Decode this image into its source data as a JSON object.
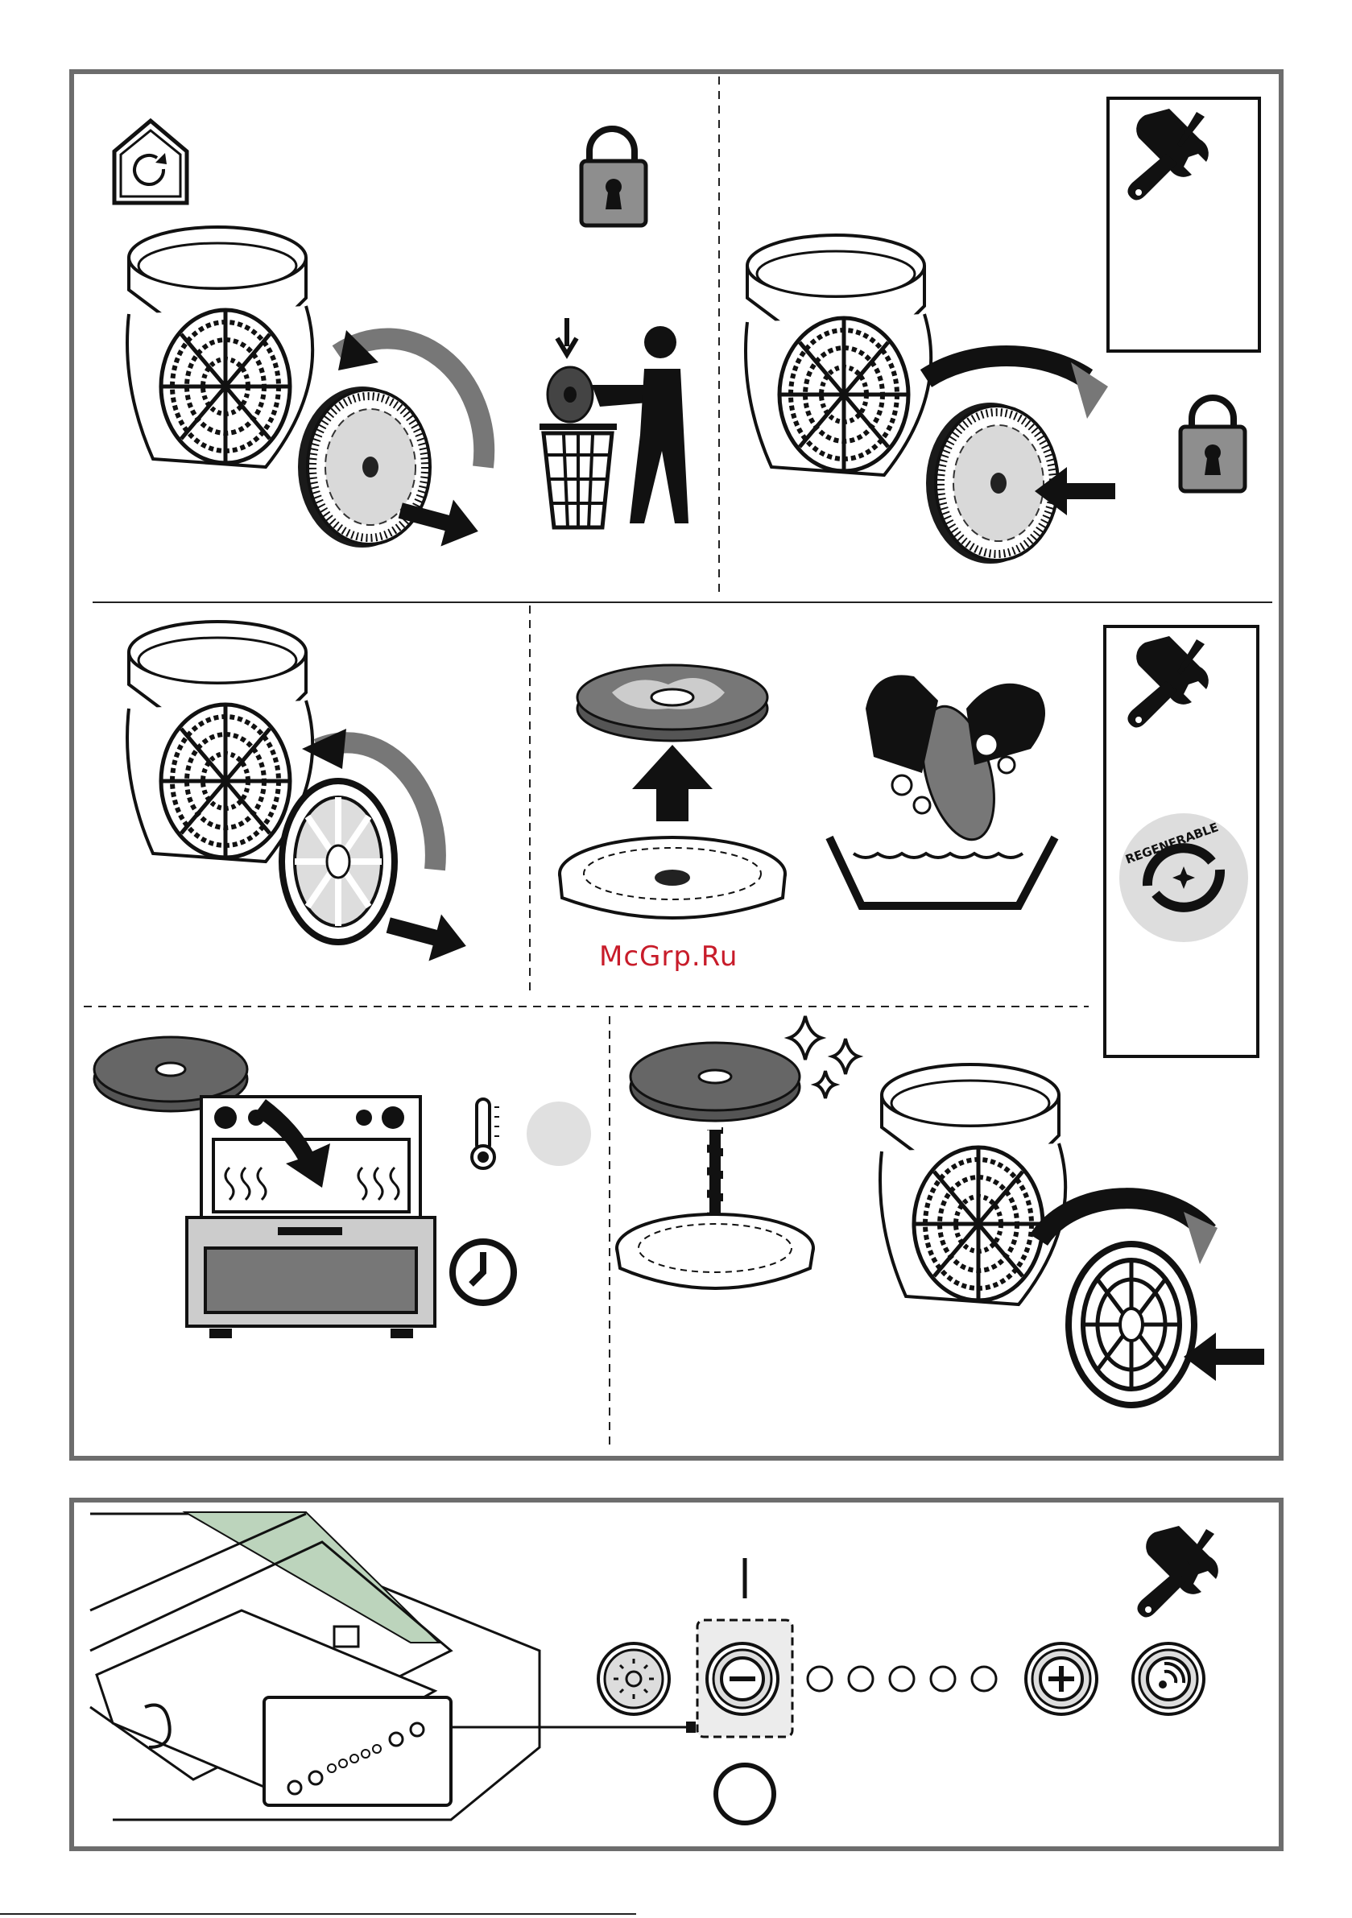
{
  "page": {
    "watermark_text": "McGrp.Ru",
    "regenerable_badge_text": "REGENERABLE",
    "watermark_color": "#c81c2a",
    "frame_color": "#6d6d6d"
  },
  "steps": [
    {
      "name": "remove-saturated-filter",
      "icons": [
        "home-refresh-icon",
        "unlocked-padlock-icon",
        "trash-bin-disposal-icon"
      ]
    },
    {
      "name": "fit-new-filter",
      "icons": [
        "tools-icon",
        "locked-padlock-icon"
      ]
    },
    {
      "name": "remove-regenerable-filter",
      "icons": []
    },
    {
      "name": "wash-filter",
      "icons": [
        "hand-wash-icon",
        "tools-icon",
        "regenerable-badge-icon"
      ]
    },
    {
      "name": "dry-in-oven",
      "icons": [
        "oven-icon",
        "thermometer-icon",
        "clock-icon"
      ]
    },
    {
      "name": "refit-filter",
      "icons": [
        "sparkle-icon"
      ]
    }
  ],
  "control_panel": {
    "level_indicator_count": 5,
    "buttons": [
      "light-button",
      "minus-button",
      "plus-button",
      "reset-button"
    ],
    "markers": [
      "press-once-mark",
      "circle-mark"
    ]
  }
}
